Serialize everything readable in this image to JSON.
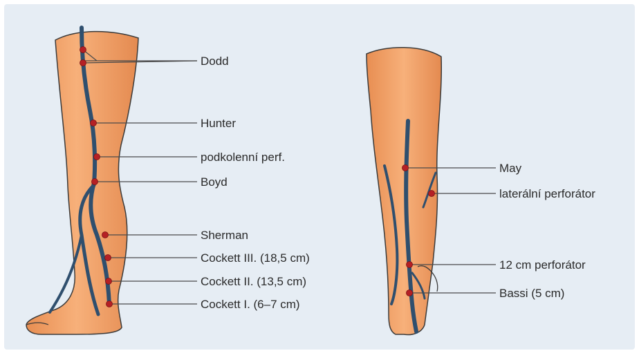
{
  "colors": {
    "background": "#e6edf4",
    "skin": "#f0a067",
    "skin_outline": "#3a3a3a",
    "vein": "#2f4f6e",
    "perforator_dot": "#b52025",
    "leader_line": "#4a4a4a"
  },
  "left_labels": [
    {
      "id": "dodd",
      "text": "Dodd"
    },
    {
      "id": "hunter",
      "text": "Hunter"
    },
    {
      "id": "podkolenni",
      "text": "podkolenní perf."
    },
    {
      "id": "boyd",
      "text": "Boyd"
    },
    {
      "id": "sherman",
      "text": "Sherman"
    },
    {
      "id": "cockett3",
      "text": "Cockett III. (18,5 cm)"
    },
    {
      "id": "cockett2",
      "text": "Cockett II. (13,5 cm)"
    },
    {
      "id": "cockett1",
      "text": "Cockett I. (6–7 cm)"
    }
  ],
  "right_labels": [
    {
      "id": "may",
      "text": "May"
    },
    {
      "id": "lateralni",
      "text": "laterální perforátor"
    },
    {
      "id": "perf12",
      "text": "12 cm perforátor"
    },
    {
      "id": "bassi",
      "text": "Bassi (5 cm)"
    }
  ]
}
